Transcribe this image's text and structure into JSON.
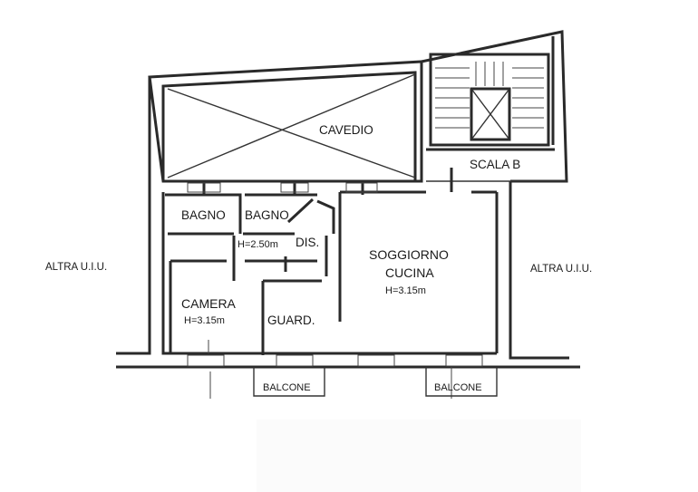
{
  "rooms": {
    "cavedio": "CAVEDIO",
    "scala": "SCALA B",
    "bagno1": "BAGNO",
    "bagno2": "BAGNO",
    "corridor_height": "H=2.50m",
    "dis": "DIS.",
    "soggiorno": "SOGGIORNO",
    "cucina": "CUCINA",
    "soggiorno_height": "H=3.15m",
    "camera": "CAMERA",
    "camera_height": "H=3.15m",
    "guard": "GUARD.",
    "balcone_left": "BALCONE",
    "balcone_right": "BALCONE"
  },
  "sides": {
    "left": "ALTRA U.I.U.",
    "right": "ALTRA U.I.U."
  }
}
